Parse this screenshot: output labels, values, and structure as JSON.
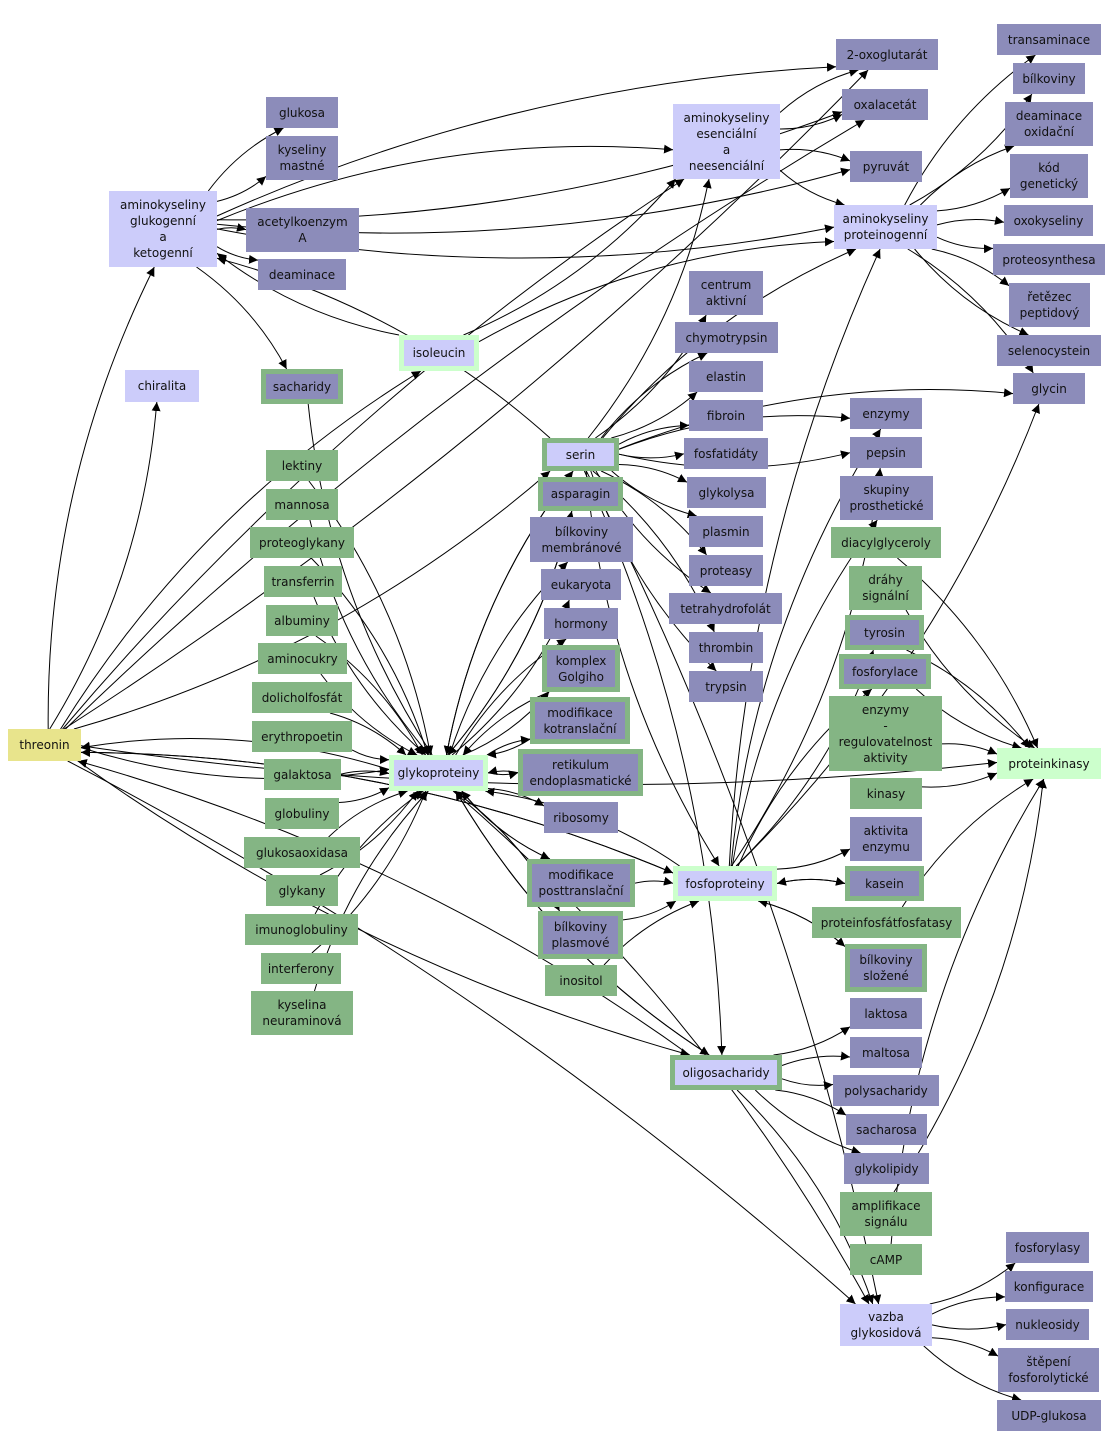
{
  "colors": {
    "purple": "#8c8cba",
    "lavender": "#ccccfa",
    "green": "#84b584",
    "mint": "#ccffcc",
    "yellow": "#e8e48c",
    "edge": "#000000"
  },
  "nodes": {
    "threonin": "threonin",
    "aminokyseliny_gluko": "aminokyseliny\nglukogenní\na\nketogenní",
    "glukosa": "glukosa",
    "kyseliny_mastne": "kyseliny\nmastné",
    "acetylkoenzym": "acetylkoenzym\nA",
    "deaminace": "deaminace",
    "chiralita": "chiralita",
    "sacharidy": "sacharidy",
    "isoleucin": "isoleucin",
    "aminokyseliny_esen": "aminokyseliny\nesenciální\na\nneesenciální",
    "oxoglutarat": "2-oxoglutarát",
    "oxalacetat": "oxalacetát",
    "pyruvat": "pyruvát",
    "aminokyseliny_prot": "aminokyseliny\nproteinogenní",
    "transaminace": "transaminace",
    "bilkoviny": "bílkoviny",
    "deaminace_oxid": "deaminace\noxidační",
    "kod_genet": "kód\ngenetický",
    "oxokyseliny": "oxokyseliny",
    "proteosynthesa": "proteosynthesa",
    "retezec": "řetězec\npeptidový",
    "selenocystein": "selenocystein",
    "glycin": "glycin",
    "centrum": "centrum\naktivní",
    "chymotrypsin": "chymotrypsin",
    "elastin": "elastin",
    "fibroin": "fibroin",
    "fosfatidaty": "fosfatidáty",
    "glykolysa": "glykolysa",
    "plasmin": "plasmin",
    "proteasy": "proteasy",
    "tetrahydrofolat": "tetrahydrofolát",
    "thrombin": "thrombin",
    "trypsin": "trypsin",
    "serin": "serin",
    "asparagin": "asparagin",
    "bilk_membr": "bílkoviny\nmembránové",
    "eukaryota": "eukaryota",
    "hormony": "hormony",
    "komplex": "komplex\nGolgiho",
    "modif_kotrans": "modifikace\nkotranslační",
    "retikulum": "retikulum\nendoplasmatické",
    "ribosomy": "ribosomy",
    "modif_posttrans": "modifikace\nposttranslační",
    "bilk_plasm": "bílkoviny\nplasmové",
    "inositol": "inositol",
    "glykoproteiny": "glykoproteiny",
    "lektiny": "lektiny",
    "mannosa": "mannosa",
    "proteoglykany": "proteoglykany",
    "transferrin": "transferrin",
    "albuminy": "albuminy",
    "aminocukry": "aminocukry",
    "dolicholfosfat": "dolicholfosfát",
    "erythropoetin": "erythropoetin",
    "galaktosa": "galaktosa",
    "globuliny": "globuliny",
    "glukosaoxidasa": "glukosaoxidasa",
    "glykany": "glykany",
    "imunoglobuliny": "imunoglobuliny",
    "interferony": "interferony",
    "kyselina_neur": "kyselina\nneuraminová",
    "enzymy": "enzymy",
    "pepsin": "pepsin",
    "skupiny": "skupiny\nprosthetické",
    "diacylglyceroly": "diacylglyceroly",
    "drahy": "dráhy\nsignální",
    "tyrosin": "tyrosin",
    "fosforylace": "fosforylace",
    "enzymy_reg": "enzymy\n-\nregulovatelnost\naktivity",
    "kinasy": "kinasy",
    "aktivita": "aktivita\nenzymu",
    "kasein": "kasein",
    "proteinfosfat": "proteinfosfátfosfatasy",
    "bilk_slozene": "bílkoviny\nsložené",
    "fosfoproteiny": "fosfoproteiny",
    "proteinkinasy": "proteinkinasy",
    "oligosacharidy": "oligosacharidy",
    "laktosa": "laktosa",
    "maltosa": "maltosa",
    "polysacharidy": "polysacharidy",
    "sacharosa": "sacharosa",
    "glykolipidy": "glykolipidy",
    "amplifikace": "amplifikace\nsignálu",
    "camp": "cAMP",
    "vazba": "vazba\nglykosidová",
    "fosforylasy": "fosforylasy",
    "konfigurace": "konfigurace",
    "nukleosidy": "nukleosidy",
    "stepeni": "štěpení\nfosforolytické",
    "udp_glukosa": "UDP-glukosa"
  },
  "edges": [
    [
      "threonin",
      "aminokyseliny_gluko"
    ],
    [
      "threonin",
      "chiralita"
    ],
    [
      "threonin",
      "isoleucin"
    ],
    [
      "threonin",
      "serin"
    ],
    [
      "threonin",
      "aminokyseliny_esen"
    ],
    [
      "threonin",
      "oxoglutarat"
    ],
    [
      "threonin",
      "oxalacetat"
    ],
    [
      "threonin",
      "glykoproteiny"
    ],
    [
      "threonin",
      "fosfoproteiny"
    ],
    [
      "threonin",
      "oligosacharidy"
    ],
    [
      "threonin",
      "vazba"
    ],
    [
      "threonin",
      "proteinkinasy"
    ],
    [
      "aminokyseliny_gluko",
      "glukosa"
    ],
    [
      "aminokyseliny_gluko",
      "kyseliny_mastne"
    ],
    [
      "aminokyseliny_gluko",
      "acetylkoenzym"
    ],
    [
      "aminokyseliny_gluko",
      "deaminace"
    ],
    [
      "aminokyseliny_gluko",
      "sacharidy"
    ],
    [
      "aminokyseliny_gluko",
      "pyruvat"
    ],
    [
      "aminokyseliny_gluko",
      "oxoglutarat"
    ],
    [
      "aminokyseliny_gluko",
      "oxalacetat"
    ],
    [
      "aminokyseliny_gluko",
      "aminokyseliny_esen"
    ],
    [
      "aminokyseliny_gluko",
      "aminokyseliny_prot"
    ],
    [
      "isoleucin",
      "aminokyseliny_gluko"
    ],
    [
      "isoleucin",
      "aminokyseliny_esen"
    ],
    [
      "isoleucin",
      "aminokyseliny_prot"
    ],
    [
      "serin",
      "aminokyseliny_gluko"
    ],
    [
      "aminokyseliny_esen",
      "oxoglutarat"
    ],
    [
      "aminokyseliny_esen",
      "oxalacetat"
    ],
    [
      "aminokyseliny_esen",
      "pyruvat"
    ],
    [
      "aminokyseliny_esen",
      "aminokyseliny_prot"
    ],
    [
      "aminokyseliny_prot",
      "transaminace"
    ],
    [
      "aminokyseliny_prot",
      "bilkoviny"
    ],
    [
      "aminokyseliny_prot",
      "deaminace_oxid"
    ],
    [
      "aminokyseliny_prot",
      "kod_genet"
    ],
    [
      "aminokyseliny_prot",
      "oxokyseliny"
    ],
    [
      "aminokyseliny_prot",
      "proteosynthesa"
    ],
    [
      "aminokyseliny_prot",
      "retezec"
    ],
    [
      "aminokyseliny_prot",
      "selenocystein"
    ],
    [
      "aminokyseliny_prot",
      "glycin"
    ],
    [
      "serin",
      "aminokyseliny_esen"
    ],
    [
      "serin",
      "aminokyseliny_prot"
    ],
    [
      "serin",
      "centrum"
    ],
    [
      "serin",
      "chymotrypsin"
    ],
    [
      "serin",
      "elastin"
    ],
    [
      "serin",
      "fibroin"
    ],
    [
      "serin",
      "fosfatidaty"
    ],
    [
      "serin",
      "glykolysa"
    ],
    [
      "serin",
      "plasmin"
    ],
    [
      "serin",
      "proteasy"
    ],
    [
      "serin",
      "tetrahydrofolat"
    ],
    [
      "serin",
      "thrombin"
    ],
    [
      "serin",
      "trypsin"
    ],
    [
      "serin",
      "glycin"
    ],
    [
      "serin",
      "fosfoproteiny"
    ],
    [
      "serin",
      "oligosacharidy"
    ],
    [
      "serin",
      "glykoproteiny"
    ],
    [
      "serin",
      "enzymy"
    ],
    [
      "serin",
      "pepsin"
    ],
    [
      "glykoproteiny",
      "serin"
    ],
    [
      "glykoproteiny",
      "asparagin"
    ],
    [
      "glykoproteiny",
      "bilk_membr"
    ],
    [
      "glykoproteiny",
      "eukaryota"
    ],
    [
      "glykoproteiny",
      "hormony"
    ],
    [
      "glykoproteiny",
      "komplex"
    ],
    [
      "glykoproteiny",
      "modif_kotrans"
    ],
    [
      "glykoproteiny",
      "retikulum"
    ],
    [
      "glykoproteiny",
      "ribosomy"
    ],
    [
      "glykoproteiny",
      "modif_posttrans"
    ],
    [
      "glykoproteiny",
      "bilk_plasm"
    ],
    [
      "glykoproteiny",
      "oligosacharidy"
    ],
    [
      "glykoproteiny",
      "vazba"
    ],
    [
      "glykoproteiny",
      "threonin"
    ],
    [
      "lektiny",
      "glykoproteiny"
    ],
    [
      "mannosa",
      "glykoproteiny"
    ],
    [
      "proteoglykany",
      "glykoproteiny"
    ],
    [
      "transferrin",
      "glykoproteiny"
    ],
    [
      "albuminy",
      "glykoproteiny"
    ],
    [
      "aminocukry",
      "glykoproteiny"
    ],
    [
      "dolicholfosfat",
      "glykoproteiny"
    ],
    [
      "erythropoetin",
      "glykoproteiny"
    ],
    [
      "galaktosa",
      "glykoproteiny"
    ],
    [
      "globuliny",
      "glykoproteiny"
    ],
    [
      "glukosaoxidasa",
      "glykoproteiny"
    ],
    [
      "glykany",
      "glykoproteiny"
    ],
    [
      "imunoglobuliny",
      "glykoproteiny"
    ],
    [
      "interferony",
      "glykoproteiny"
    ],
    [
      "kyselina_neur",
      "glykoproteiny"
    ],
    [
      "sacharidy",
      "glykoproteiny"
    ],
    [
      "asparagin",
      "glykoproteiny"
    ],
    [
      "komplex",
      "glykoproteiny"
    ],
    [
      "modif_kotrans",
      "glykoproteiny"
    ],
    [
      "retikulum",
      "glykoproteiny"
    ],
    [
      "modif_posttrans",
      "glykoproteiny"
    ],
    [
      "bilk_plasm",
      "glykoproteiny"
    ],
    [
      "oligosacharidy",
      "glykoproteiny"
    ],
    [
      "fosfoproteiny",
      "glykoproteiny"
    ],
    [
      "modif_posttrans",
      "fosfoproteiny"
    ],
    [
      "bilk_plasm",
      "fosfoproteiny"
    ],
    [
      "inositol",
      "fosfoproteiny"
    ],
    [
      "fosfoproteiny",
      "aktivita"
    ],
    [
      "fosfoproteiny",
      "kasein"
    ],
    [
      "kasein",
      "fosfoproteiny"
    ],
    [
      "fosfoproteiny",
      "bilk_slozene"
    ],
    [
      "bilk_slozene",
      "fosfoproteiny"
    ],
    [
      "fosfoproteiny",
      "enzymy"
    ],
    [
      "fosfoproteiny",
      "pepsin"
    ],
    [
      "fosfoproteiny",
      "skupiny"
    ],
    [
      "fosfoproteiny",
      "tyrosin"
    ],
    [
      "fosfoproteiny",
      "fosforylace"
    ],
    [
      "fosfoproteiny",
      "glycin"
    ],
    [
      "fosfoproteiny",
      "aminokyseliny_prot"
    ],
    [
      "fosfoproteiny",
      "threonin"
    ],
    [
      "diacylglyceroly",
      "proteinkinasy"
    ],
    [
      "drahy",
      "proteinkinasy"
    ],
    [
      "tyrosin",
      "proteinkinasy"
    ],
    [
      "fosforylace",
      "proteinkinasy"
    ],
    [
      "enzymy_reg",
      "proteinkinasy"
    ],
    [
      "kinasy",
      "proteinkinasy"
    ],
    [
      "proteinfosfat",
      "proteinkinasy"
    ],
    [
      "amplifikace",
      "proteinkinasy"
    ],
    [
      "camp",
      "proteinkinasy"
    ],
    [
      "oligosacharidy",
      "laktosa"
    ],
    [
      "oligosacharidy",
      "maltosa"
    ],
    [
      "oligosacharidy",
      "polysacharidy"
    ],
    [
      "oligosacharidy",
      "sacharosa"
    ],
    [
      "oligosacharidy",
      "glykolipidy"
    ],
    [
      "oligosacharidy",
      "vazba"
    ],
    [
      "oligosacharidy",
      "threonin"
    ],
    [
      "serin",
      "vazba"
    ],
    [
      "vazba",
      "fosforylasy"
    ],
    [
      "vazba",
      "konfigurace"
    ],
    [
      "vazba",
      "nukleosidy"
    ],
    [
      "vazba",
      "stepeni"
    ],
    [
      "vazba",
      "udp_glukosa"
    ]
  ]
}
